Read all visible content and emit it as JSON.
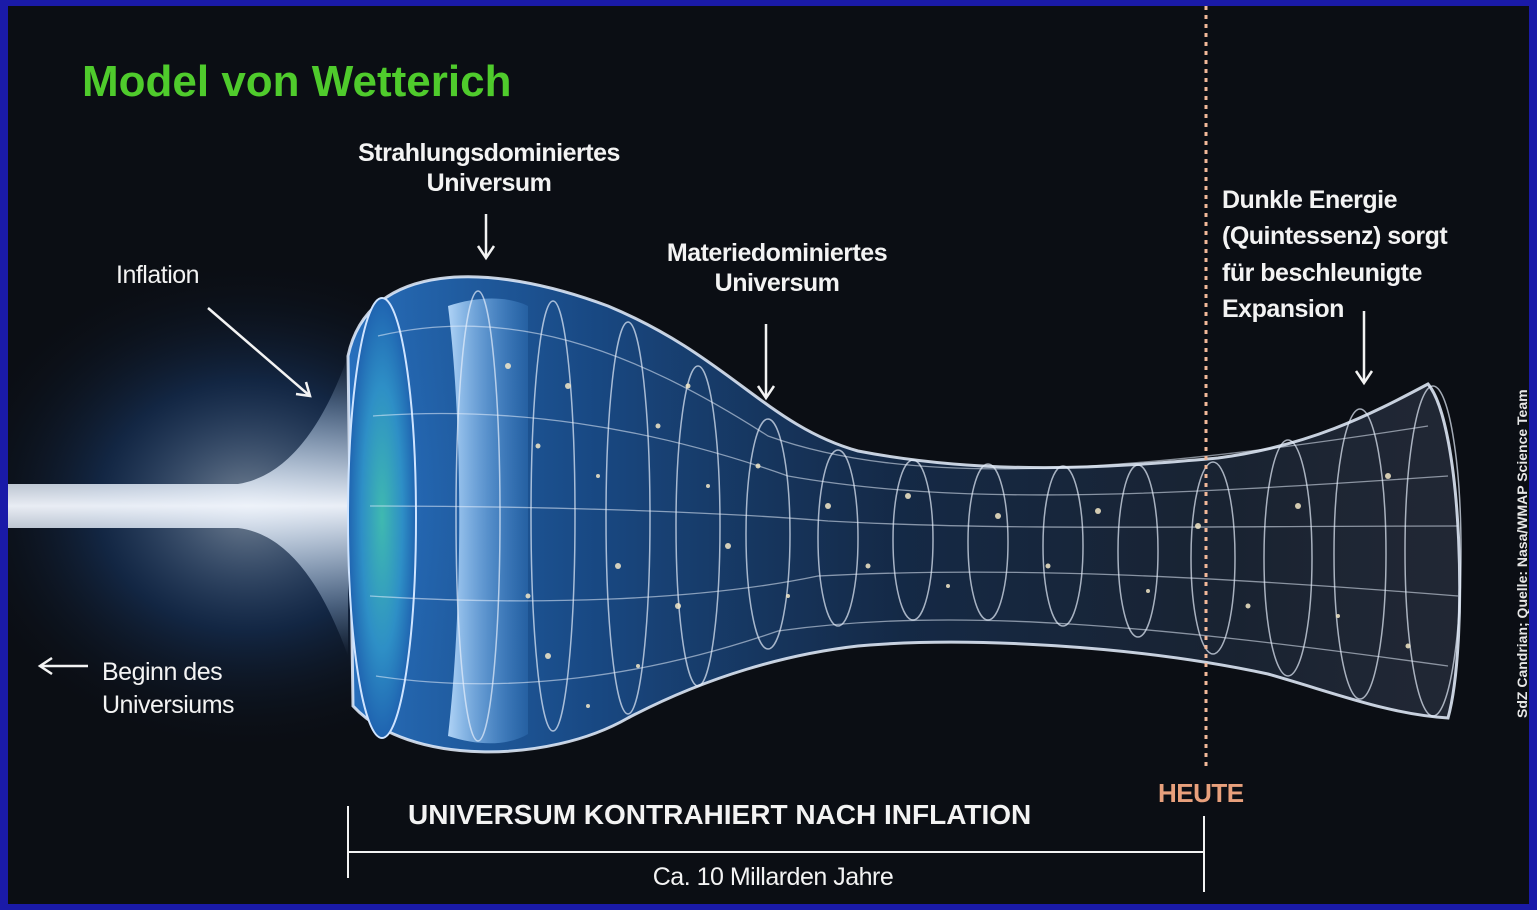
{
  "title": "Model von Wetterich",
  "labels": {
    "radiation_dominated": "Strahlungsdominiertes\nUniversum",
    "inflation": "Inflation",
    "matter_dominated": "Materiedominiertes\nUniversum",
    "dark_energy": "Dunkle Energie\n(Quintessenz) sorgt\nfür beschleunigte\nExpansion",
    "beginning": "Beginn des\nUniversiums",
    "today": "HEUTE",
    "contraction": "UNIVERSUM KONTRAHIERT NACH INFLATION",
    "duration": "Ca. 10 Millarden Jahre"
  },
  "credit": "SdZ Candrian; Quelle: Nasa/WMAP Science Team",
  "colors": {
    "title": "#4fcb2c",
    "today_marker": "#e8a07c",
    "background": "#0b0e14",
    "border": "#1a1aa8"
  }
}
